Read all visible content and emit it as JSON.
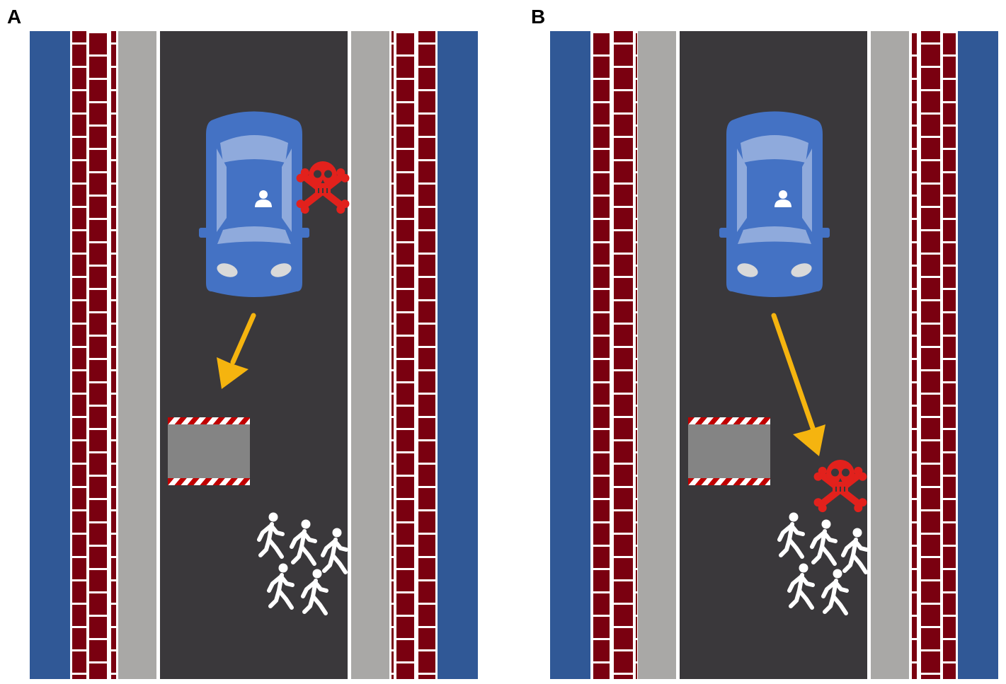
{
  "panels": [
    {
      "label": "A",
      "outcome": "swerve-into-barrier"
    },
    {
      "label": "B",
      "outcome": "continue-into-pedestrians"
    }
  ],
  "colors": {
    "water": "#305896",
    "brick": "#7a0010",
    "mortar": "#ffffff",
    "sidewalk": "#a9a8a6",
    "road": "#3a383b",
    "car_body": "#4472c4",
    "car_glass": "#8faadc",
    "arrow": "#f5b40f",
    "barrier": "#848484",
    "barrier_stripe": "#c00000",
    "hazard": "#e2211c",
    "pedestrian": "#ffffff"
  },
  "icons": [
    "car-icon",
    "driver-icon",
    "skull-crossbones-icon",
    "trajectory-arrow-icon",
    "barrier-icon",
    "pedestrians-icon"
  ]
}
